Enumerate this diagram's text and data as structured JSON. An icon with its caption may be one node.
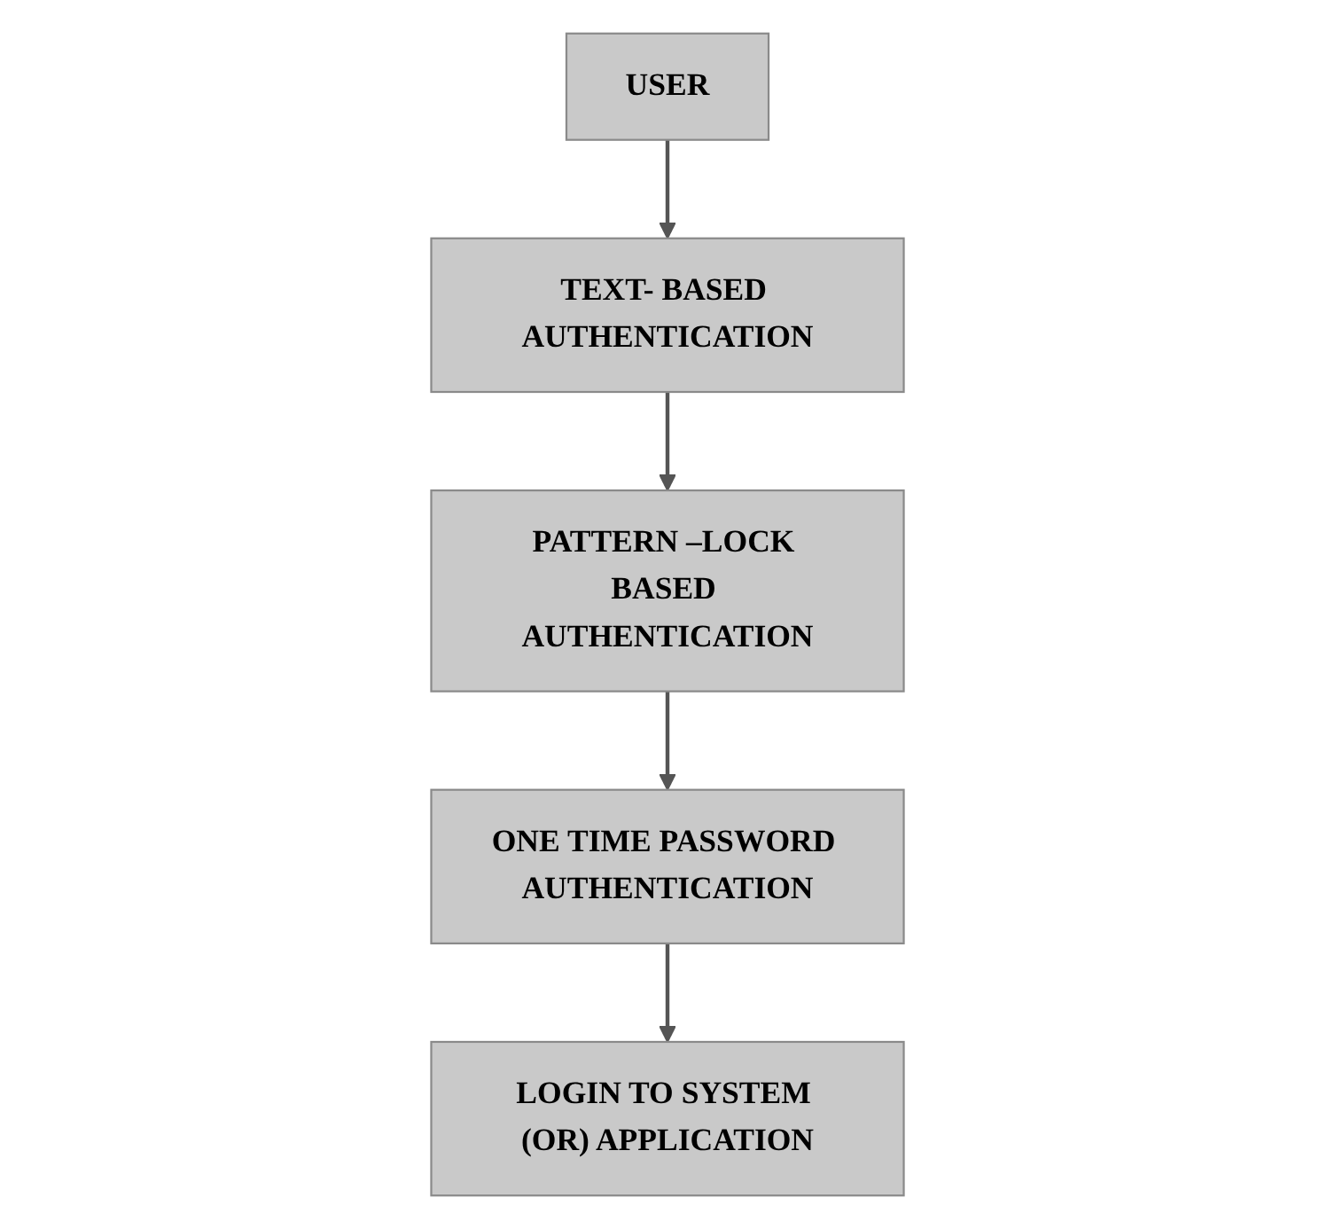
{
  "diagram": {
    "nodes": [
      {
        "text": [
          "USER"
        ]
      },
      {
        "text": [
          "TEXT- BASED AUTHENTICATION"
        ]
      },
      {
        "text": [
          "PATTERN –LOCK BASED AUTHENTICATION"
        ]
      },
      {
        "text": [
          "ONE TIME PASSWORD AUTHENTICATION"
        ]
      },
      {
        "text": [
          "LOGIN TO SYSTEM (OR) APPLICATION"
        ]
      }
    ],
    "edges": [
      {
        "from": 0,
        "to": 1,
        "arrow": "to"
      },
      {
        "from": 1,
        "to": 2,
        "arrow": "to"
      },
      {
        "from": 2,
        "to": 3,
        "arrow": "to"
      },
      {
        "from": 3,
        "to": 4,
        "arrow": "to"
      }
    ]
  }
}
